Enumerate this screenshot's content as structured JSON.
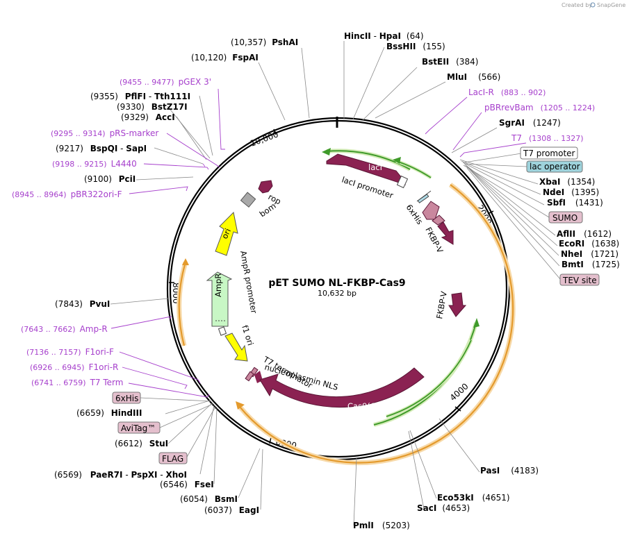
{
  "credit": {
    "text": "Created by",
    "brand": "SnapGene"
  },
  "plasmid": {
    "name": "pET SUMO NL-FKBP-Cas9",
    "size": "10,632 bp"
  },
  "ticks": [
    "2000",
    "4000",
    "6000",
    "8000",
    "10,000"
  ],
  "colors": {
    "feature_dark": "#8b2252",
    "feature_pink": "#c9879e",
    "ori_yellow": "#ffff00",
    "ampr_green": "#c8f7c5",
    "primer_purple": "#a63fcc",
    "orf_orange": "#f0a030",
    "green_arrow": "#4caf50",
    "lac_operator_fill": "#9ed3dc",
    "pink_box_fill": "#e4bfcd"
  },
  "sites": [
    {
      "name": "PshAI",
      "pos": "(10,357)"
    },
    {
      "name": "FspAI",
      "pos": "(10,120)"
    },
    {
      "name": "HincII",
      "sep": " - ",
      "name2": "HpaI",
      "pos": "(64)"
    },
    {
      "name": "BssHII",
      "pos": "(155)"
    },
    {
      "name": "BstEII",
      "pos": "(384)"
    },
    {
      "name": "MluI",
      "pos": "(566)"
    },
    {
      "name": "SgrAI",
      "pos": "(1247)"
    },
    {
      "name": "XbaI",
      "pos": "(1354)"
    },
    {
      "name": "NdeI",
      "pos": "(1395)"
    },
    {
      "name": "SbfI",
      "pos": "(1431)"
    },
    {
      "name": "AflII",
      "pos": "(1612)"
    },
    {
      "name": "EcoRI",
      "pos": "(1638)"
    },
    {
      "name": "NheI",
      "pos": "(1721)"
    },
    {
      "name": "BmtI",
      "pos": "(1725)"
    },
    {
      "name": "PasI",
      "pos": "(4183)"
    },
    {
      "name": "Eco53kI",
      "pos": "(4651)"
    },
    {
      "name": "SacI",
      "pos": "(4653)"
    },
    {
      "name": "PmlI",
      "pos": "(5203)"
    },
    {
      "name": "EagI",
      "pos": "(6037)"
    },
    {
      "name": "BsmI",
      "pos": "(6054)"
    },
    {
      "name": "FseI",
      "pos": "(6546)"
    },
    {
      "name": "PaeR7I",
      "sep": " - ",
      "name2": "PspXI",
      "sep2": " - ",
      "name3": "XhoI",
      "pos": "(6569)"
    },
    {
      "name": "StuI",
      "pos": "(6612)"
    },
    {
      "name": "HindIII",
      "pos": "(6659)"
    },
    {
      "name": "PvuI",
      "pos": "(7843)"
    },
    {
      "name": "PciI",
      "pos": "(9100)"
    },
    {
      "name": "SapI",
      "name0": "BspQI",
      "sep0": " - ",
      "pos": "(9217)"
    },
    {
      "name": "AccI",
      "pos": "(9329)"
    },
    {
      "name": "BstZ17I",
      "pos": "(9330)"
    },
    {
      "name": "PflFI",
      "sep": " - ",
      "name2": "Tth111I",
      "pos": "(9355)"
    }
  ],
  "primers": [
    {
      "name": "pGEX 3'",
      "range": "(9455 .. 9477)"
    },
    {
      "name": "pRS-marker",
      "range": "(9295 .. 9314)"
    },
    {
      "name": "L4440",
      "range": "(9198 .. 9215)"
    },
    {
      "name": "pBR322ori-F",
      "range": "(8945 .. 8964)"
    },
    {
      "name": "LacI-R",
      "range": "(883 .. 902)"
    },
    {
      "name": "pBRrevBam",
      "range": "(1205 .. 1224)"
    },
    {
      "name": "T7",
      "range": "(1308 .. 1327)"
    },
    {
      "name": "Amp-R",
      "range": "(7643 .. 7662)"
    },
    {
      "name": "F1ori-F",
      "range": "(7136 .. 7157)"
    },
    {
      "name": "F1ori-R",
      "range": "(6926 .. 6945)"
    },
    {
      "name": "T7 Term",
      "range": "(6741 .. 6759)"
    }
  ],
  "boxes": {
    "t7_promoter": "T7 promoter",
    "lac_operator": "lac operator",
    "sumo": "SUMO",
    "tev": "TEV site",
    "his": "6xHis",
    "avitag": "AviTag™",
    "flag": "FLAG"
  },
  "features": {
    "laci": "lacI",
    "laci_promoter": "lacI promoter",
    "six_his": "6xHis",
    "fkbp_v1": "FKBP-V",
    "fkbp_v2": "FKBP-V",
    "cas9": "Cas9(C)",
    "nls": "nucleoplasmin NLS",
    "t7_terminator": "T7 terminator",
    "f1_ori": "f1 ori",
    "ampr_promoter": "AmpR promoter",
    "ampr": "AmpR",
    "ori": "ori",
    "rop": "rop",
    "bom": "bom"
  }
}
